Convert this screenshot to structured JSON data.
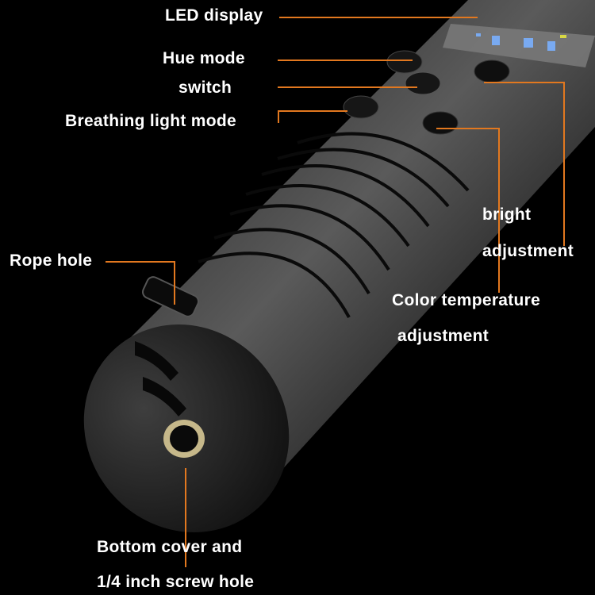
{
  "product": {
    "subject": "handheld LED light stick (tube light) with control buttons",
    "accent_color": "#e2781f"
  },
  "labels": {
    "led_display": "LED display",
    "hue_mode": "Hue mode",
    "switch": "switch",
    "breathing_light_mode": "Breathing light mode",
    "bright_line1": "bright",
    "bright_line2": "adjustment",
    "rope_hole": "Rope hole",
    "color_temp_line1": "Color temperature",
    "color_temp_line2": "adjustment",
    "bottom_line1": "Bottom cover and",
    "bottom_line2": "1/4 inch screw hole"
  }
}
